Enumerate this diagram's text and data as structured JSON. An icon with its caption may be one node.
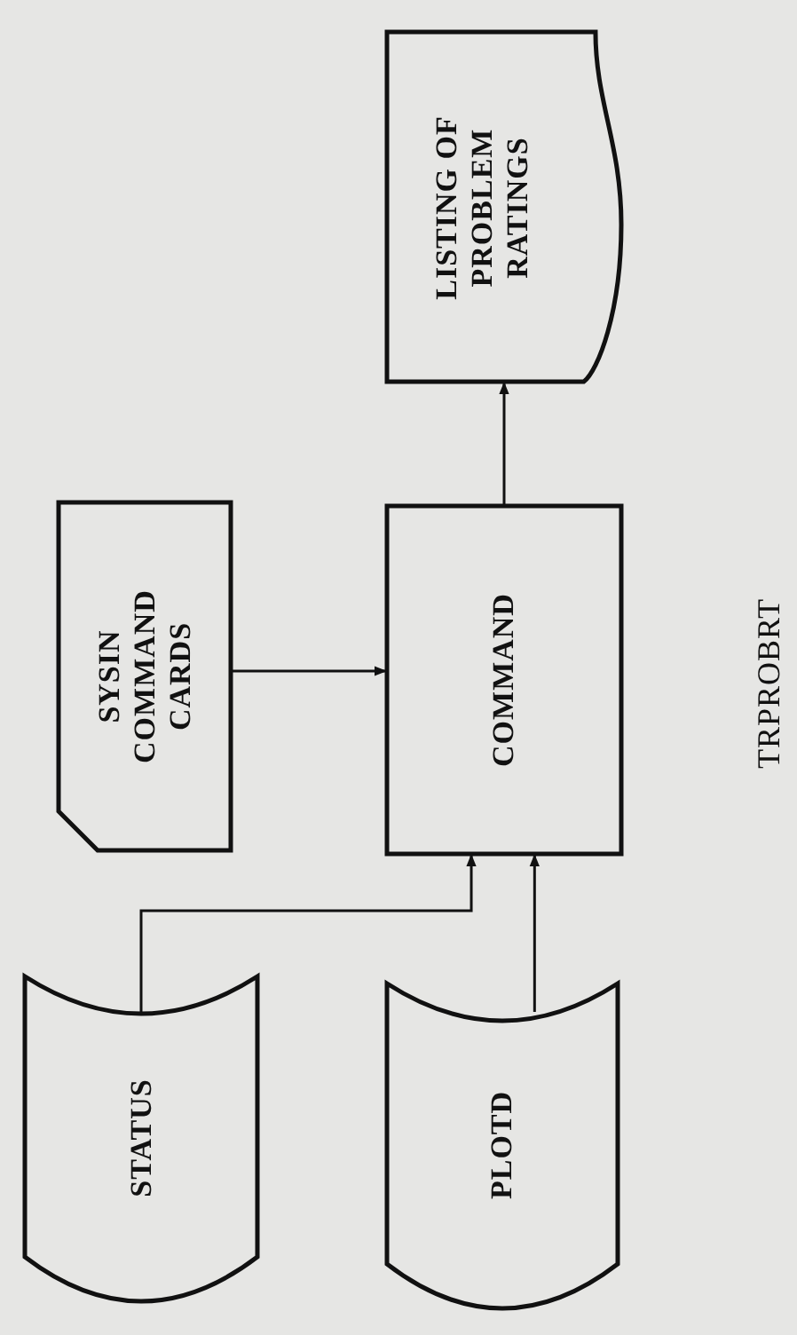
{
  "diagram": {
    "nodes": [
      {
        "text": [
          "STATUS"
        ]
      },
      {
        "text": [
          "SYSIN COMMAND CARDS"
        ]
      },
      {
        "text": [
          "COMMAND"
        ]
      },
      {
        "text": [
          "PLOTD"
        ]
      },
      {
        "text": [
          "LISTING OF PROBLEM RATINGS"
        ]
      }
    ],
    "edges": [
      {
        "from": 0,
        "to": 2,
        "arrow": "to"
      },
      {
        "from": 3,
        "to": 2,
        "arrow": "to"
      },
      {
        "from": 1,
        "to": 2,
        "arrow": "to"
      },
      {
        "from": 2,
        "to": 4,
        "arrow": "to"
      }
    ],
    "labels": [
      "TRPROBRT"
    ]
  }
}
